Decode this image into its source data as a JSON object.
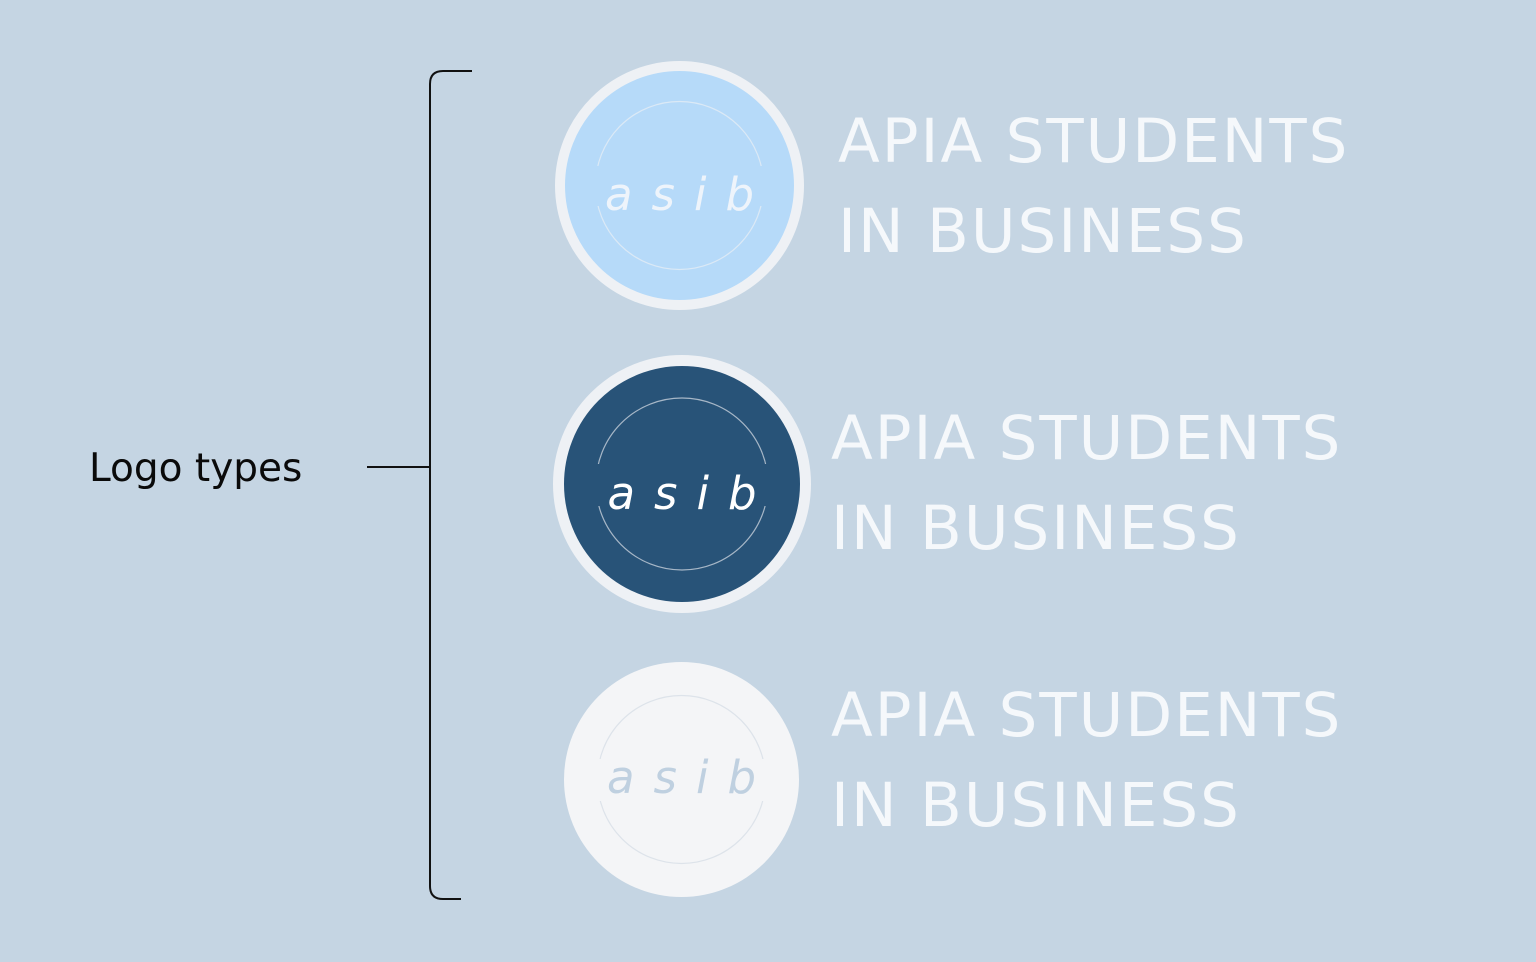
{
  "diagram": {
    "label": "Logo types",
    "colors": {
      "background": "#c5d5e3",
      "label_text": "#0a0a0a",
      "wordmark_text": "#f5f8fb"
    },
    "logos": [
      {
        "monogram": "asib",
        "wordmark_line1": "APIA STUDENTS",
        "wordmark_line2": "IN BUSINESS",
        "fill": "#b6daf9",
        "ring": "#eef1f5",
        "monogram_color": "#eef4fb"
      },
      {
        "monogram": "asib",
        "wordmark_line1": "APIA STUDENTS",
        "wordmark_line2": "IN BUSINESS",
        "fill": "#285378",
        "ring": "#eef1f5",
        "monogram_color": "#ffffff"
      },
      {
        "monogram": "asib",
        "wordmark_line1": "APIA STUDENTS",
        "wordmark_line2": "IN BUSINESS",
        "fill": "#f4f5f7",
        "ring": "#f4f5f7",
        "monogram_color": "#bfd0e0"
      }
    ]
  }
}
